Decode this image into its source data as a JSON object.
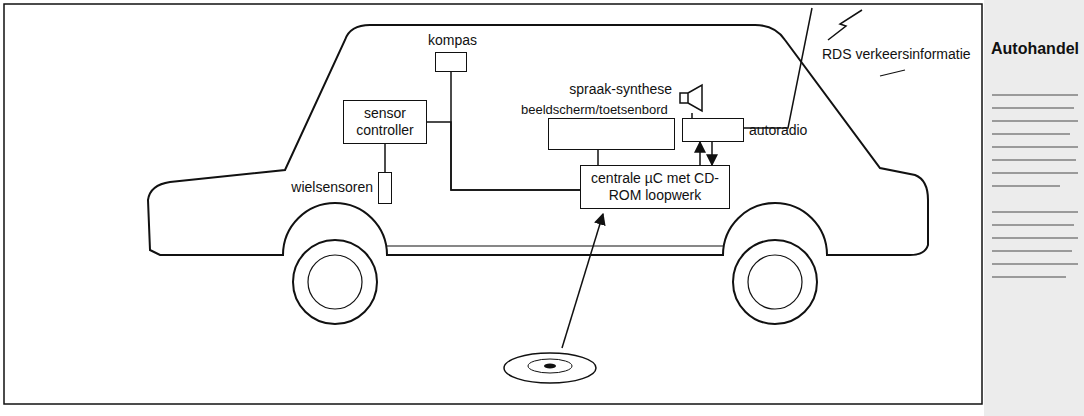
{
  "diagram": {
    "nodes": [
      {
        "text": [
          "kompas"
        ]
      },
      {
        "text": [
          "sensor controller"
        ]
      },
      {
        "text": [
          "wielsensoren"
        ]
      },
      {
        "text": [
          "beeldscherm/toetsenbord"
        ]
      },
      {
        "text": [
          "spraak-synthese"
        ]
      },
      {
        "text": [
          "autoradio"
        ]
      },
      {
        "text": [
          "centrale µC met CD-ROM loopwerk"
        ]
      }
    ],
    "edges": [
      {
        "from": 0,
        "to": 6,
        "arrow": "none"
      },
      {
        "from": 1,
        "to": 6,
        "arrow": "none"
      },
      {
        "from": 2,
        "to": 1,
        "arrow": "none"
      },
      {
        "from": 3,
        "to": 6,
        "arrow": "none"
      },
      {
        "from": 4,
        "to": 5,
        "arrow": "none"
      },
      {
        "from": 6,
        "to": 5,
        "arrow": "to"
      },
      {
        "from": 5,
        "to": 6,
        "arrow": "to"
      }
    ],
    "labels": [
      "RDS verkeersinformatie",
      "Autohandel"
    ]
  }
}
